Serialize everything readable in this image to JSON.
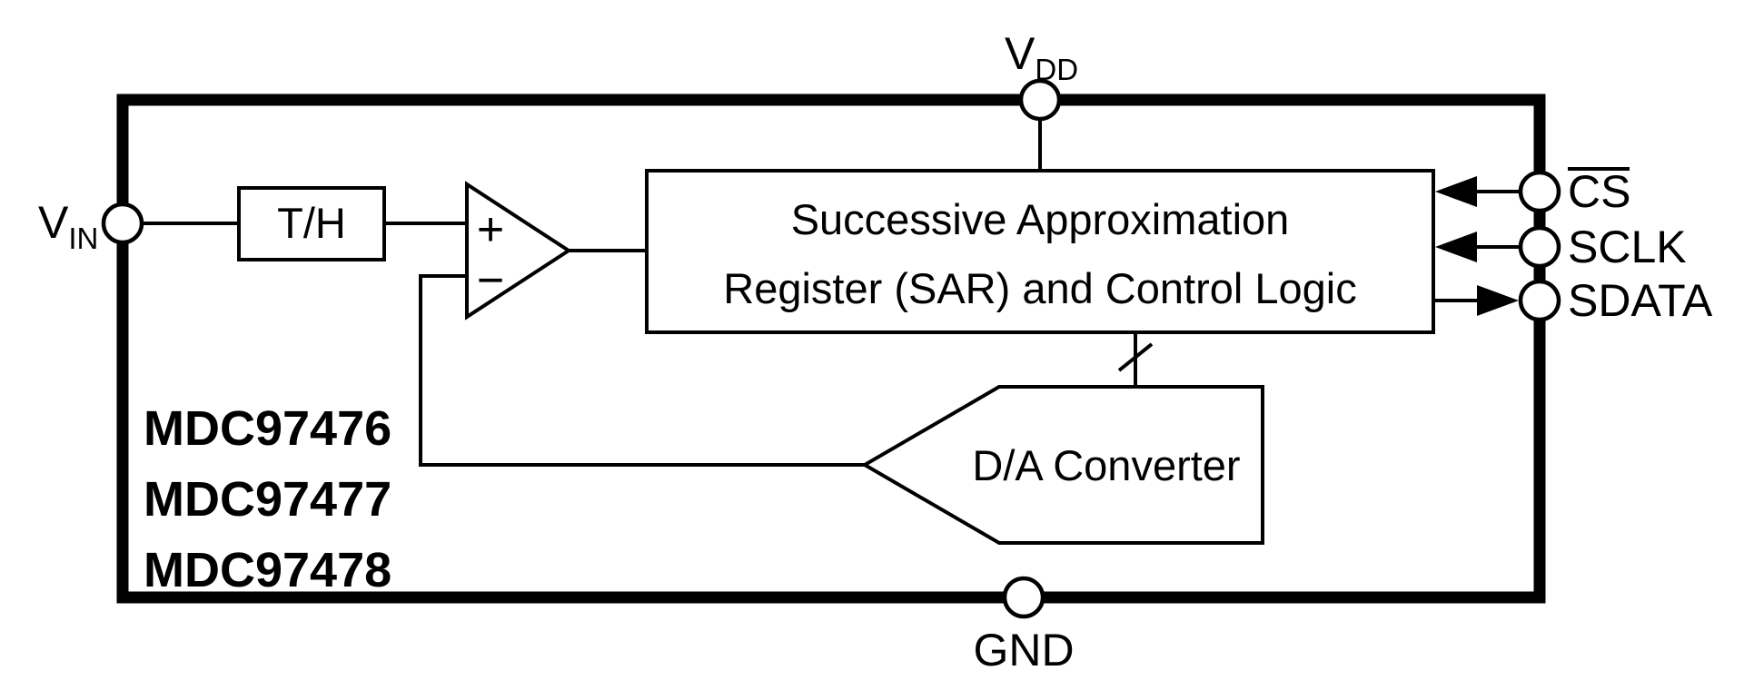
{
  "diagram": {
    "part_numbers": [
      "MDC97476",
      "MDC97477",
      "MDC97478"
    ],
    "pins": {
      "vdd": {
        "main": "V",
        "sub": "DD"
      },
      "vin": {
        "main": "V",
        "sub": "IN"
      },
      "gnd": "GND",
      "cs": "CS",
      "sclk": "SCLK",
      "sdata": "SDATA"
    },
    "blocks": {
      "track_hold": "T/H",
      "sar": {
        "line1": "Successive Approximation",
        "line2": "Register (SAR) and Control Logic"
      },
      "dac": "D/A Converter"
    },
    "comparator": {
      "plus": "+",
      "minus": "−"
    },
    "colors": {
      "stroke": "#000000",
      "background": "#ffffff"
    }
  }
}
